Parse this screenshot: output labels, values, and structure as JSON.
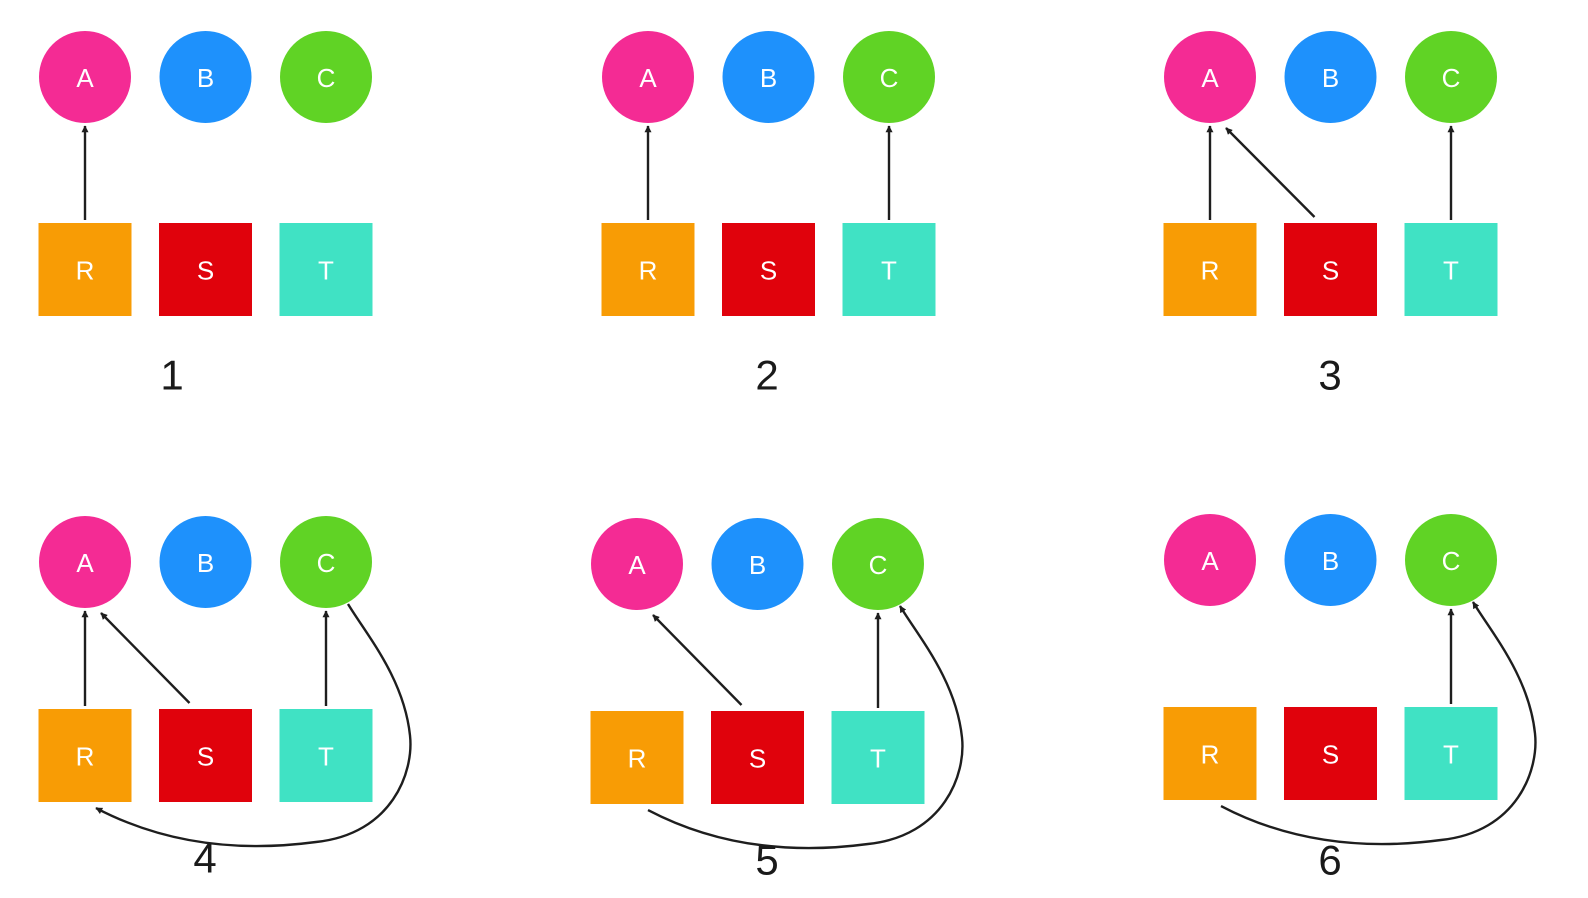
{
  "colors": {
    "A": "#f42b94",
    "B": "#1e91fc",
    "C": "#60d325",
    "R": "#f89c05",
    "S": "#e0020c",
    "T": "#40e2c4",
    "edge": "#1e1e1e"
  },
  "nodes": {
    "circles": [
      "A",
      "B",
      "C"
    ],
    "squares": [
      "R",
      "S",
      "T"
    ]
  },
  "panels": [
    {
      "label": "1",
      "edges": [
        {
          "from": "R",
          "to": "A",
          "type": "straight"
        }
      ]
    },
    {
      "label": "2",
      "edges": [
        {
          "from": "R",
          "to": "A",
          "type": "straight"
        },
        {
          "from": "T",
          "to": "C",
          "type": "straight"
        }
      ]
    },
    {
      "label": "3",
      "edges": [
        {
          "from": "R",
          "to": "A",
          "type": "straight"
        },
        {
          "from": "S",
          "to": "A",
          "type": "straight"
        },
        {
          "from": "T",
          "to": "C",
          "type": "straight"
        }
      ]
    },
    {
      "label": "4",
      "edges": [
        {
          "from": "R",
          "to": "A",
          "type": "straight"
        },
        {
          "from": "S",
          "to": "A",
          "type": "straight"
        },
        {
          "from": "T",
          "to": "C",
          "type": "straight"
        },
        {
          "from": "C",
          "to": "R",
          "type": "curved"
        }
      ]
    },
    {
      "label": "5",
      "edges": [
        {
          "from": "S",
          "to": "A",
          "type": "straight"
        },
        {
          "from": "T",
          "to": "C",
          "type": "straight"
        },
        {
          "from": "R",
          "to": "C",
          "type": "curved"
        }
      ]
    },
    {
      "label": "6",
      "edges": [
        {
          "from": "T",
          "to": "C",
          "type": "straight"
        },
        {
          "from": "R",
          "to": "C",
          "type": "curved"
        }
      ]
    }
  ]
}
